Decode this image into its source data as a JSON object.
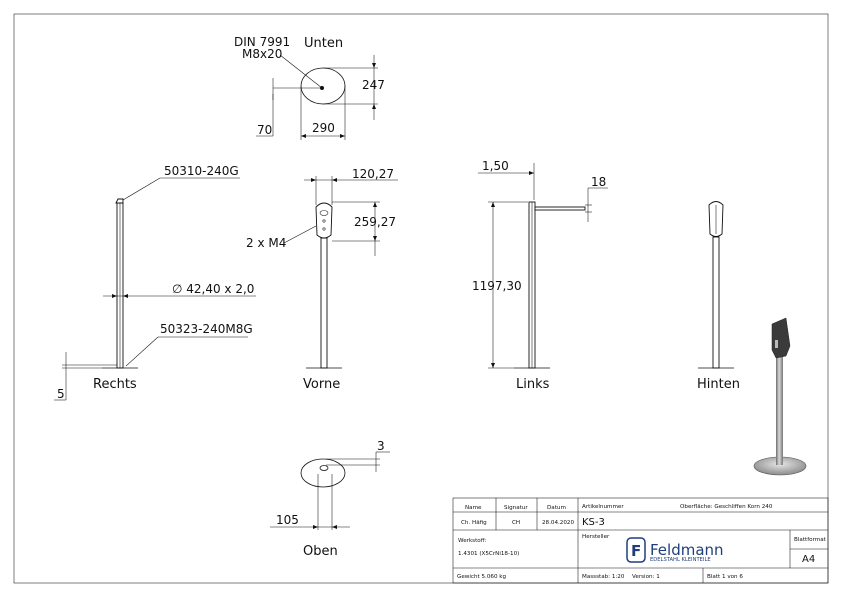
{
  "views": {
    "bottom": "Unten",
    "right": "Rechts",
    "front": "Vorne",
    "left": "Links",
    "back": "Hinten",
    "top": "Oben"
  },
  "annotations": {
    "screw_norm": "DIN 7991",
    "screw_size": "M8x20",
    "dim_247": "247",
    "dim_70": "70",
    "dim_290": "290",
    "part_head": "50310-240G",
    "tube": "∅ 42,40 x 2,0",
    "part_base": "50323-240M8G",
    "dim_5": "5",
    "dim_120_27": "120,27",
    "dim_259_27": "259,27",
    "threads": "2 x M4",
    "dim_1_50": "1,50",
    "dim_18": "18",
    "dim_1197_30": "1197,30",
    "dim_3": "3",
    "dim_105": "105"
  },
  "title_block": {
    "name_label": "Name",
    "signature_label": "Signatur",
    "date_label": "Datum",
    "name": "Ch. Häfig",
    "signature": "CH",
    "date": "28.04.2020",
    "article_label": "Artikelnummer",
    "article": "KS-3",
    "surface": "Oberfläche:  Geschliffen Korn 240",
    "material_label": "Werkstoff:",
    "material": "1.4301 (X5CrNi18-10)",
    "manufacturer_label": "Hersteller",
    "brand": "Feldmann",
    "brand_tagline": "EDELSTAHL KLEINTEILE",
    "format_label": "Blattformat",
    "format": "A4",
    "weight": "Gewicht 5.060 kg",
    "scale": "Massstab: 1:20",
    "version": "Version: 1",
    "sheet": "Blatt 1 von 6"
  }
}
